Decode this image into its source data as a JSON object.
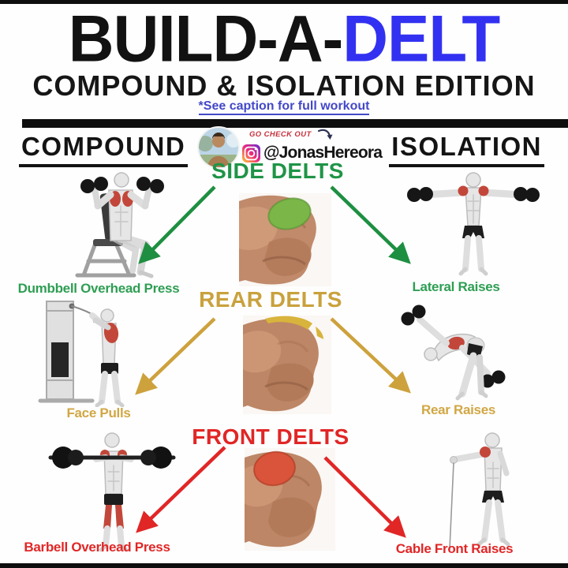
{
  "poster": {
    "title": {
      "black": "BUILD-A-",
      "accent": "DELT"
    },
    "subtitle": "COMPOUND & ISOLATION EDITION",
    "caption_link": "*See caption for full workout"
  },
  "promo": {
    "go_check_out": "GO CHECK OUT",
    "handle": "@JonasHereora",
    "avatar_icon": "creator-profile-photo",
    "instagram_icon": "instagram-logo",
    "arrow_icon": "curved-pointer-arrow"
  },
  "columns": {
    "compound": "COMPOUND",
    "isolation": "ISOLATION"
  },
  "sections": [
    {
      "muscle_label": "SIDE DELTS",
      "color": "#1f9447",
      "compound_exercise": "Dumbbell Overhead Press",
      "isolation_exercise": "Lateral Raises"
    },
    {
      "muscle_label": "REAR DELTS",
      "color": "#c9a13d",
      "compound_exercise": "Face Pulls",
      "isolation_exercise": "Rear Raises"
    },
    {
      "muscle_label": "FRONT DELTS",
      "color": "#e12626",
      "compound_exercise": "Barbell Overhead Press",
      "isolation_exercise": "Cable Front Raises"
    }
  ],
  "colors": {
    "title_accent_blue": "#3231f1",
    "caption_link_blue": "#4348c8",
    "side_delts_green": "#1f9447",
    "rear_delts_gold": "#c9a13d",
    "front_delts_red": "#e12626",
    "bar_black": "#0e0e0e"
  }
}
